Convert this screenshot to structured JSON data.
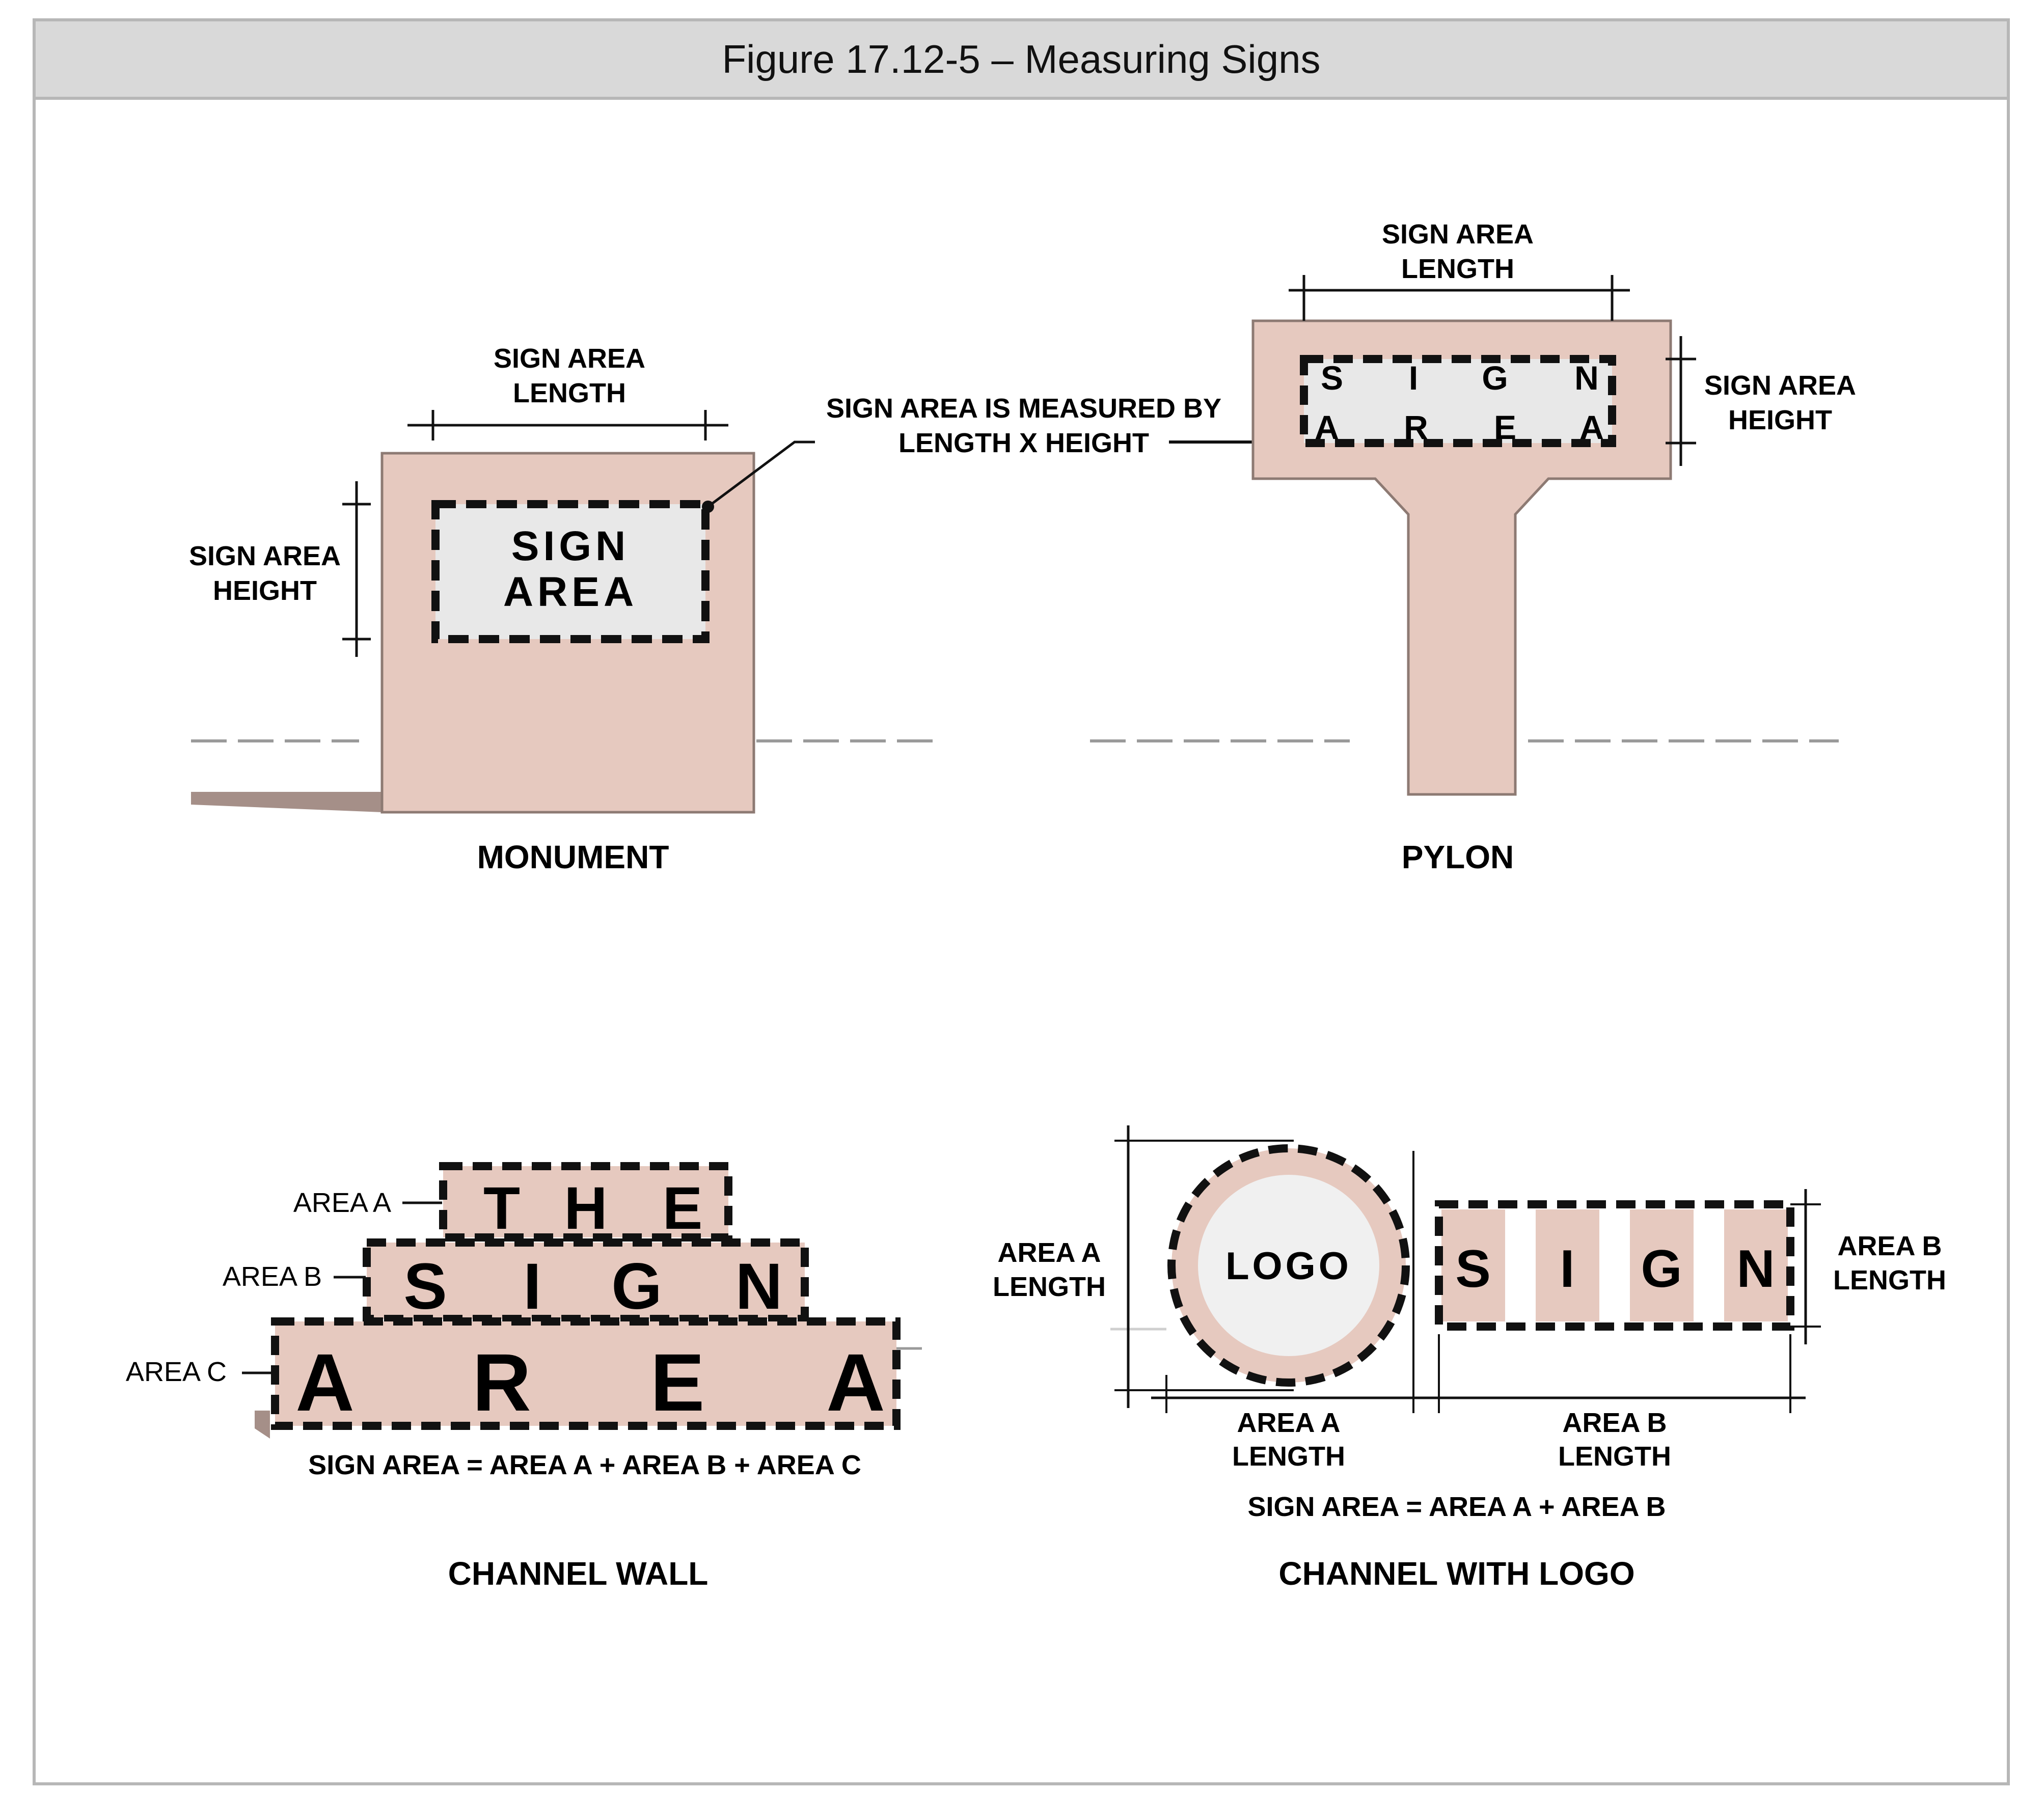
{
  "title": "Figure 17.12-5 – Measuring Signs",
  "colors": {
    "sign_fill": "#e6c9bf",
    "sign_stroke": "#8d7a73",
    "panel_fill": "#e8e8e8",
    "ink": "#111111",
    "ground": "#9a9a9a",
    "shadow": "#a58f88"
  },
  "monument": {
    "caption": "MONUMENT",
    "length_label": [
      "SIGN AREA",
      "LENGTH"
    ],
    "height_label": [
      "SIGN AREA",
      "HEIGHT"
    ],
    "panel_text": [
      "SIGN",
      "AREA"
    ],
    "callout": [
      "SIGN AREA IS MEASURED BY",
      "LENGTH X HEIGHT"
    ]
  },
  "pylon": {
    "caption": "PYLON",
    "length_label": [
      "SIGN AREA",
      "LENGTH"
    ],
    "height_label": [
      "SIGN AREA",
      "HEIGHT"
    ],
    "row1": [
      "S",
      "I",
      "G",
      "N"
    ],
    "row2": [
      "A",
      "R",
      "E",
      "A"
    ]
  },
  "channel_wall": {
    "caption": "CHANNEL WALL",
    "area_a_label": "AREA A",
    "area_b_label": "AREA B",
    "area_c_label": "AREA C",
    "row_a": [
      "T",
      "H",
      "E"
    ],
    "row_b": [
      "S",
      "I",
      "G",
      "N"
    ],
    "row_c": [
      "A",
      "R",
      "E",
      "A"
    ],
    "formula": "SIGN AREA = AREA A + AREA B + AREA C"
  },
  "channel_logo": {
    "caption": "CHANNEL WITH LOGO",
    "logo_text": "LOGO",
    "letters": [
      "S",
      "I",
      "G",
      "N"
    ],
    "area_a_length_left": [
      "AREA A",
      "LENGTH"
    ],
    "area_a_length_bottom": [
      "AREA A",
      "LENGTH"
    ],
    "area_b_length_right": [
      "AREA B",
      "LENGTH"
    ],
    "area_b_length_bottom": [
      "AREA B",
      "LENGTH"
    ],
    "formula": "SIGN AREA = AREA A + AREA B"
  }
}
